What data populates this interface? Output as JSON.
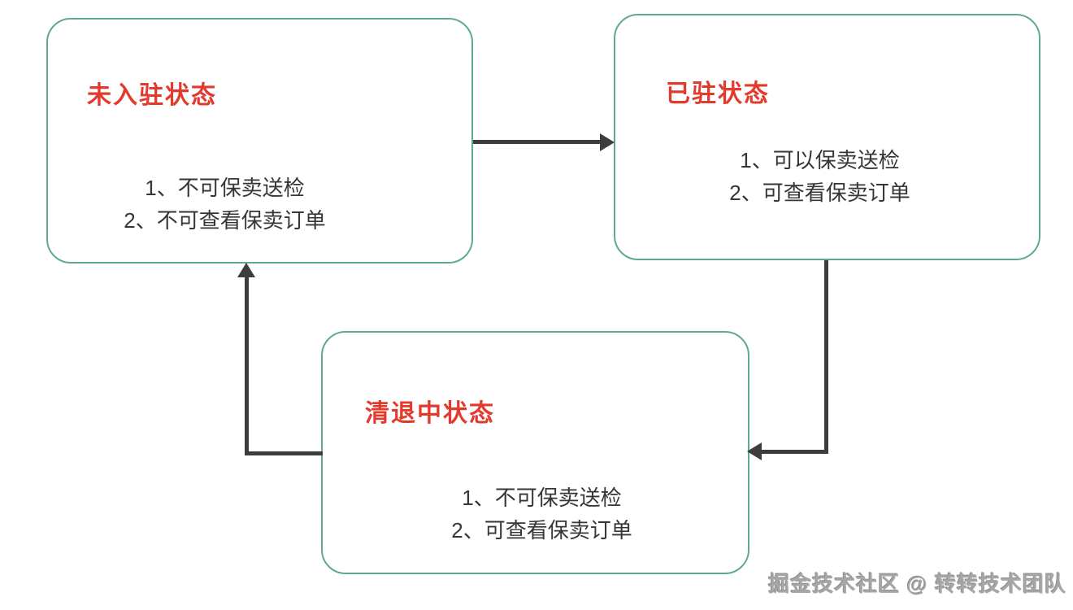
{
  "diagram": {
    "nodes": [
      {
        "id": "not-settled",
        "title": "未入驻状态",
        "lines": [
          "1、不可保卖送检",
          "2、不可查看保卖订单"
        ]
      },
      {
        "id": "settled",
        "title": "已驻状态",
        "lines": [
          "1、可以保卖送检",
          "2、可查看保卖订单"
        ]
      },
      {
        "id": "clearing",
        "title": "清退中状态",
        "lines": [
          "1、不可保卖送检",
          "2、可查看保卖订单"
        ]
      }
    ],
    "edges": [
      {
        "from": "not-settled",
        "to": "settled"
      },
      {
        "from": "settled",
        "to": "clearing"
      },
      {
        "from": "clearing",
        "to": "not-settled"
      }
    ],
    "colors": {
      "node_border": "#5faa8c",
      "title_text": "#e23b2e",
      "body_text": "#363636",
      "arrow": "#3d3d3d",
      "watermark": "#a6a6a6",
      "background": "#ffffff"
    },
    "watermark": "掘金技术社区 @ 转转技术团队"
  }
}
